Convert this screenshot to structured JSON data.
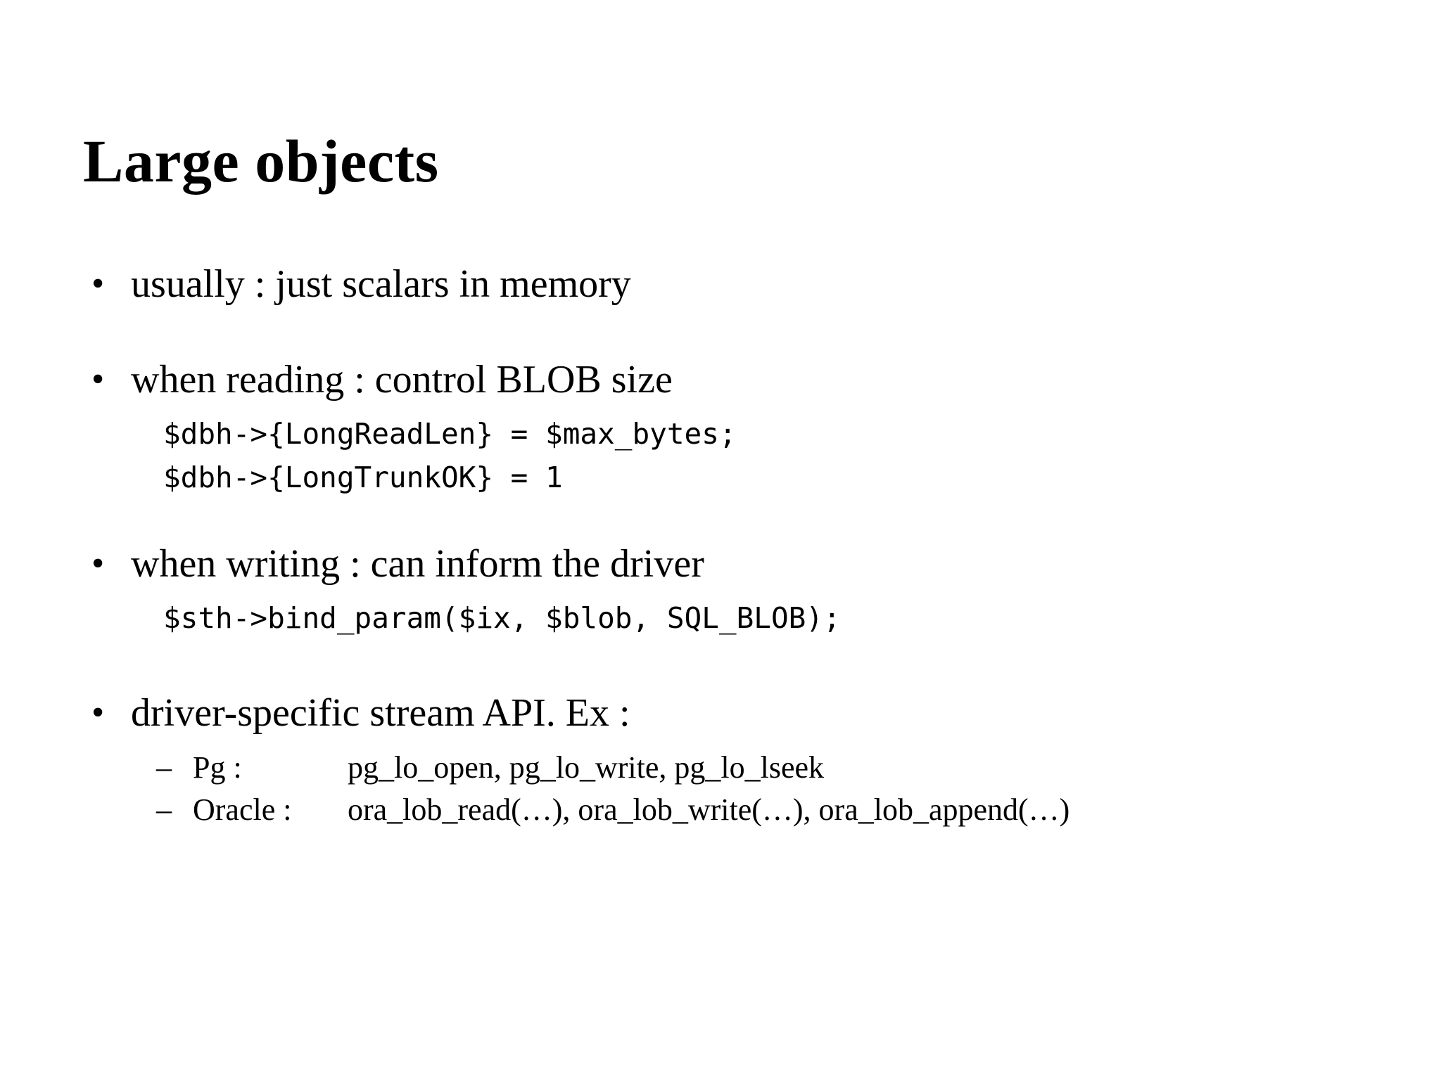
{
  "slide": {
    "title": "Large objects",
    "background_color": "#ffffff",
    "text_color": "#000000",
    "bullet_glyph": "•",
    "sub_bullet_glyph": "–",
    "bullets": [
      {
        "text": "usually : just scalars in memory",
        "code": [],
        "sub_items": []
      },
      {
        "text": "when reading : control BLOB size",
        "code": [
          "$dbh->{LongReadLen} = $max_bytes;",
          "$dbh->{LongTrunkOK} = 1"
        ],
        "sub_items": []
      },
      {
        "text": "when writing : can inform the driver",
        "code": [
          "$sth->bind_param($ix, $blob, SQL_BLOB);"
        ],
        "sub_items": []
      },
      {
        "text": "driver-specific stream API. Ex :",
        "code": [],
        "sub_items": [
          {
            "label": "Pg :",
            "value": "pg_lo_open, pg_lo_write, pg_lo_lseek"
          },
          {
            "label": "Oracle :",
            "value": "ora_lob_read(…), ora_lob_write(…), ora_lob_append(…)"
          }
        ]
      }
    ]
  }
}
